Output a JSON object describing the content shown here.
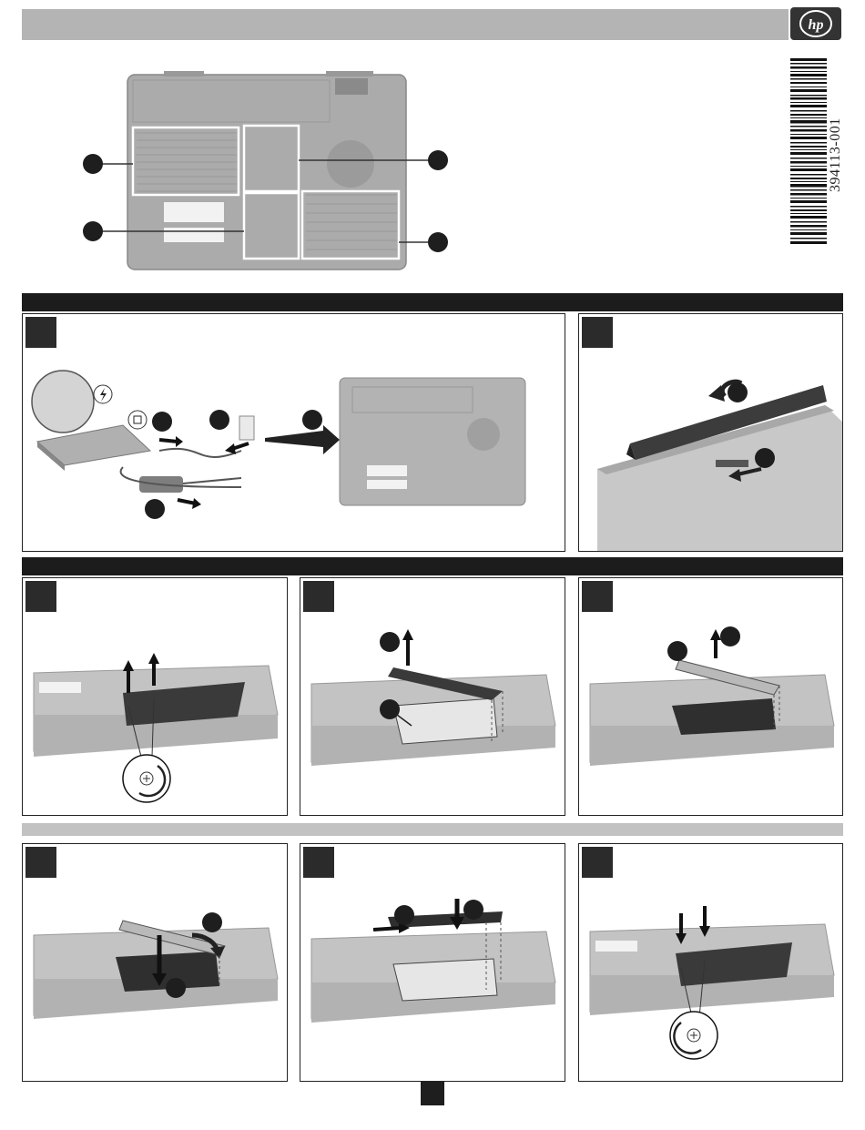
{
  "header": {
    "part_number": "394113-001",
    "logo_icon": "hp-logo-icon"
  },
  "colors": {
    "header_bar": "#b4b4b4",
    "section_bar_dark": "#1c1c1c",
    "section_bar_light": "#c2c2c2",
    "callout_fill": "#1e1e1e",
    "device_gray": "#a9a9a9"
  },
  "icons": {
    "power": "lightning-bolt-icon",
    "plug": "power-plug-icon",
    "screw": "screw-rotate-icon",
    "arrow": "arrow-icon"
  },
  "panels": [
    {
      "group": "power-and-battery",
      "kind": "disconnect-power"
    },
    {
      "group": "power-and-battery",
      "kind": "remove-battery"
    },
    {
      "group": "remove-module",
      "kind": "loosen-screws"
    },
    {
      "group": "remove-module",
      "kind": "lift-cover"
    },
    {
      "group": "remove-module",
      "kind": "lift-module"
    },
    {
      "group": "install-module",
      "kind": "insert-module"
    },
    {
      "group": "install-module",
      "kind": "replace-cover"
    },
    {
      "group": "install-module",
      "kind": "tighten-screws"
    }
  ]
}
